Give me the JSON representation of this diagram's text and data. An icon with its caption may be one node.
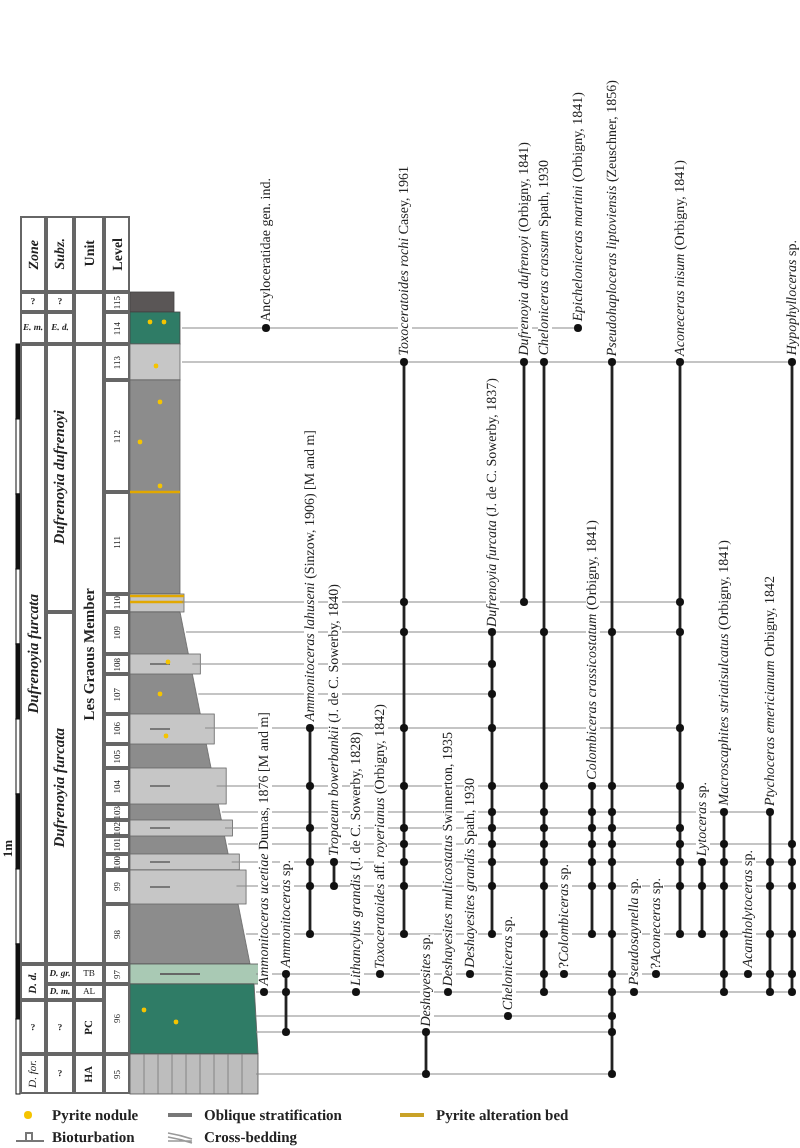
{
  "diagram": {
    "labels": [
      "Zone",
      "Subz.",
      "Unit",
      "Level",
      "?",
      "E. m.",
      "Dufrenoyia furcata",
      "D. d.",
      "?",
      "D. for.",
      "?",
      "E. d.",
      "Dufrenoyia dufrenoyi",
      "Dufrenoyia furcata",
      "D. gr.",
      "D. m.",
      "?",
      "?",
      "Les Graous Member",
      "TB",
      "AL",
      "PC",
      "HA",
      "115",
      "114",
      "113",
      "112",
      "111",
      "110",
      "109",
      "108",
      "107",
      "106",
      "105",
      "104",
      "103",
      "102",
      "101",
      "100",
      "99",
      "98",
      "97",
      "96",
      "95",
      "1m",
      "Ancyloceratidae gen. ind.",
      "*Ammonitoceras ucetiae* Dumas, 1876 [M and m]",
      "*Ammonitoceras* sp.",
      "*Ammonitoceras lahuseni* (Sinzow, 1906) [M and m]",
      "*Tropaeum bowerbankii* (J. de C. Sowerby, 1840)",
      "*Lithancylus grandis* (J. de C. Sowerby, 1828)",
      "*Toxoceratoides* aff. *royerianus* (Orbigny, 1842)",
      "*Toxoceratoides rochi* Casey, 1961",
      "*Deshayesites* sp.",
      "*Deshayesites multicostatus* Swinnerton, 1935",
      "*Deshayesites grandis* Spath, 1930",
      "*Dufrenoyia furcata* (J. de C. Sowerby, 1837)",
      "*Cheloniceras* sp.",
      "*Dufrenoyia dufrenoyi* (Orbigny, 1841)",
      "*Cheloniceras crassum* Spath, 1930",
      "?*Colombiceras* sp.",
      "*Epicheloniceras martini* (Orbigny, 1841)",
      "*Colombiceras crassicostatum* (Orbigny, 1841)",
      "*Pseudohaploceras liptoviensis* (Zeuschner, 1856)",
      "*Pseudosaynella* sp.",
      "?*Aconeceras* sp.",
      "*Aconeceras nisum* (Orbigny, 1841)",
      "*Lytoceras* sp.",
      "*Macroscaphites striatisulcatus* (Orbigny, 1841)",
      "*Acantholytoceras* sp.",
      "*Ptychoceras emericianum* Orbigny, 1842",
      "*Hypophylloceras* sp."
    ],
    "legend": [
      {
        "text": "Pyrite nodule"
      },
      {
        "text": "Oblique stratification"
      },
      {
        "text": "Pyrite alteration bed"
      },
      {
        "text": "Bioturbation"
      },
      {
        "text": "Cross-bedding"
      }
    ]
  }
}
